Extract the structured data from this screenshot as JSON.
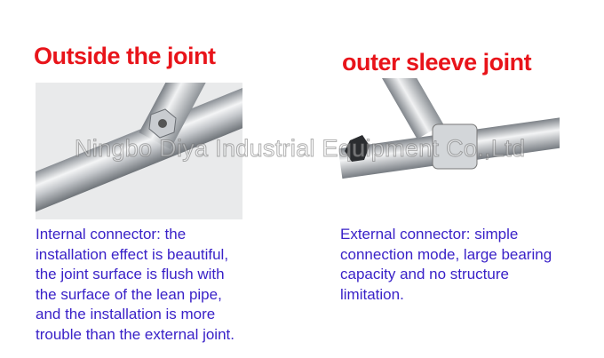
{
  "left": {
    "title": "Outside the joint",
    "description": "Internal connector: the\ninstallation effect is beautiful,\nthe joint surface is flush with\nthe surface of the lean pipe,\nand the installation is more\ntrouble than the external joint."
  },
  "right": {
    "title": "outer sleeve joint",
    "description": "External connector: simple\nconnection mode, large bearing\ncapacity and no structure\nlimitation."
  },
  "watermark": "Ningbo Diya Industrial Equipment Co.,Ltd",
  "colors": {
    "title": "#e8141a",
    "description": "#3a22c8"
  }
}
